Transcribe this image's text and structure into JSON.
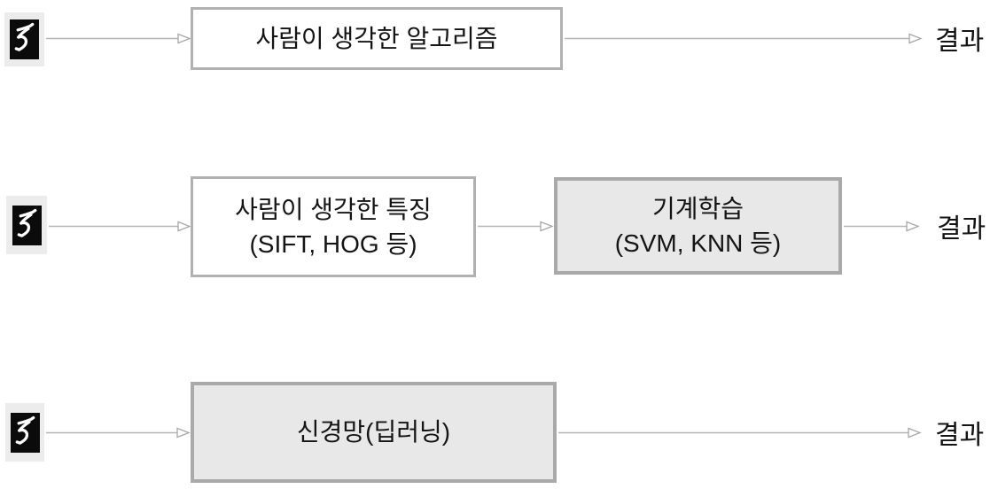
{
  "diagram": {
    "description": "three-row flow diagram of recognition pipelines",
    "rows": [
      {
        "id": "human-algorithm",
        "input_icon": "mnist-digit-5-icon",
        "boxes": [
          {
            "style": "plain",
            "lines": [
              "사람이 생각한 알고리즘"
            ]
          }
        ],
        "result": "결과"
      },
      {
        "id": "human-features-plus-ml",
        "input_icon": "mnist-digit-5-icon",
        "boxes": [
          {
            "style": "plain",
            "lines": [
              "사람이 생각한 특징",
              "(SIFT, HOG 등)"
            ]
          },
          {
            "style": "filled",
            "lines": [
              "기계학습",
              "(SVM, KNN 등)"
            ]
          }
        ],
        "result": "결과"
      },
      {
        "id": "neural-network",
        "input_icon": "mnist-digit-5-icon",
        "boxes": [
          {
            "style": "filled",
            "lines": [
              "신경망(딥러닝)"
            ]
          }
        ],
        "result": "결과"
      }
    ],
    "colors": {
      "box_border_plain": "#b1b1b1",
      "box_border_filled": "#a9a9a9",
      "box_fill_gray": "#e8e8e8",
      "box_fill_white": "#ffffff",
      "arrow_line": "#b5b5b5",
      "text": "#141414",
      "icon_background": "#ececec",
      "icon_square": "#0b0b0b",
      "digit_stroke": "#ffffff"
    }
  }
}
